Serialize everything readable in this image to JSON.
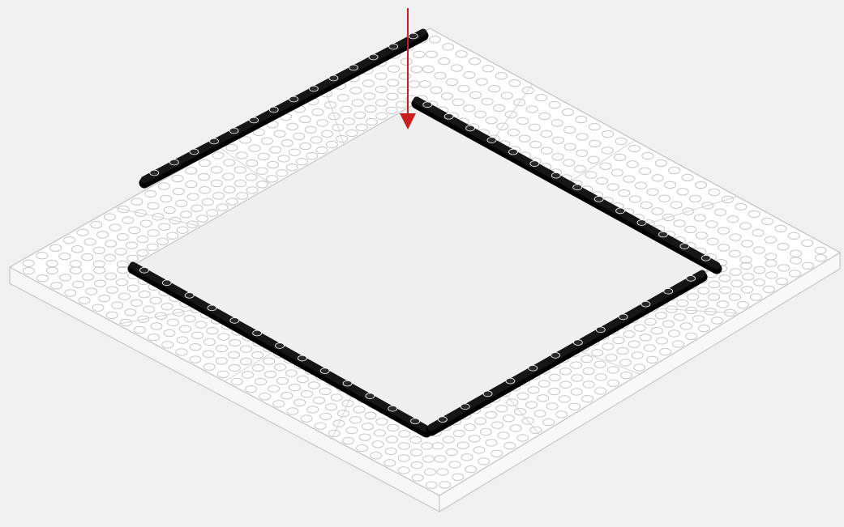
{
  "diagram": {
    "kind": "brick-building-instruction-step",
    "background_color": "#f0f0f0",
    "existing_part_color": "#ffffff",
    "existing_outline_color": "#c4c4c4",
    "new_part_color": "#161616",
    "new_part_stud_color": "#2a2a2a",
    "arrow_color": "#c81e1e",
    "arrow_icon": "arrow-down-icon",
    "new_parts": [
      {
        "name": "placed-plate-top-right",
        "studs": 14
      },
      {
        "name": "placed-plate-bottom-left",
        "studs": 13
      },
      {
        "name": "placed-plate-bottom-right",
        "studs": 12
      },
      {
        "name": "incoming-plate",
        "studs": 14
      }
    ]
  }
}
